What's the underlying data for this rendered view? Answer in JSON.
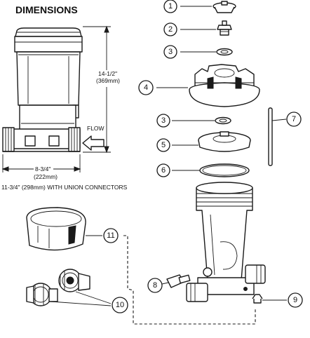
{
  "title": "DIMENSIONS",
  "dimensions": {
    "height_imperial": "14-1/2\"",
    "height_metric": "(369mm)",
    "width_imperial": "8-3/4\"",
    "width_metric": "(222mm)",
    "connector_note": "11-3/4\" (298mm) WITH UNION CONNECTORS",
    "flow_label": "FLOW"
  },
  "callouts": [
    "1",
    "2",
    "3",
    "4",
    "3",
    "5",
    "6",
    "7",
    "11",
    "8",
    "10",
    "9"
  ]
}
